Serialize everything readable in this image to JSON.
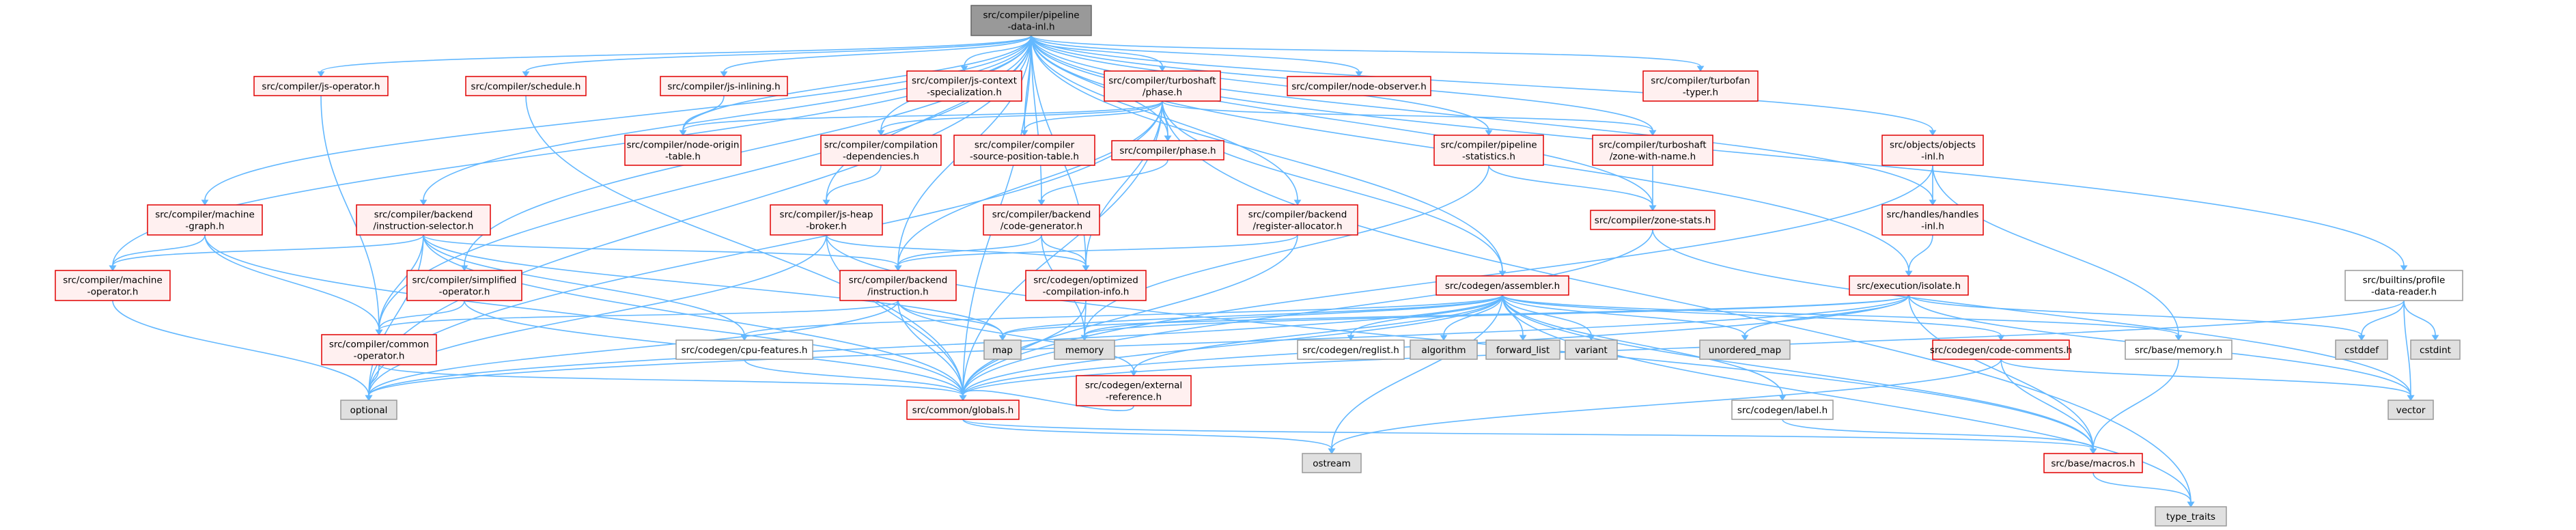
{
  "colors": {
    "edge": "#63b8ff",
    "root_fill": "#999999",
    "root_border": "#666666",
    "red_fill": "#fff0f0",
    "red_border": "#e00000",
    "white_fill": "#ffffff",
    "gray_fill": "#e0e0e0",
    "neutral_border": "#999999"
  },
  "nodes": [
    {
      "id": "root",
      "style": "root",
      "lines": [
        "src/compiler/pipeline",
        "-data-inl.h"
      ]
    },
    {
      "id": "js-operator",
      "style": "red",
      "lines": [
        "src/compiler/js-operator.h"
      ]
    },
    {
      "id": "schedule",
      "style": "red",
      "lines": [
        "src/compiler/schedule.h"
      ]
    },
    {
      "id": "js-inlining",
      "style": "red",
      "lines": [
        "src/compiler/js-inlining.h"
      ]
    },
    {
      "id": "js-context-spec",
      "style": "red",
      "lines": [
        "src/compiler/js-context",
        "-specialization.h"
      ]
    },
    {
      "id": "turboshaft-phase",
      "style": "red",
      "lines": [
        "src/compiler/turboshaft",
        "/phase.h"
      ]
    },
    {
      "id": "node-observer",
      "style": "red",
      "lines": [
        "src/compiler/node-observer.h"
      ]
    },
    {
      "id": "turbofan-typer",
      "style": "red",
      "lines": [
        "src/compiler/turbofan",
        "-typer.h"
      ]
    },
    {
      "id": "node-origin-table",
      "style": "red",
      "lines": [
        "src/compiler/node-origin",
        "-table.h"
      ]
    },
    {
      "id": "compilation-deps",
      "style": "red",
      "lines": [
        "src/compiler/compilation",
        "-dependencies.h"
      ]
    },
    {
      "id": "source-position-table",
      "style": "red",
      "lines": [
        "src/compiler/compiler",
        "-source-position-table.h"
      ]
    },
    {
      "id": "compiler-phase",
      "style": "red",
      "lines": [
        "src/compiler/phase.h"
      ]
    },
    {
      "id": "pipeline-statistics",
      "style": "red",
      "lines": [
        "src/compiler/pipeline",
        "-statistics.h"
      ]
    },
    {
      "id": "zone-with-name",
      "style": "red",
      "lines": [
        "src/compiler/turboshaft",
        "/zone-with-name.h"
      ]
    },
    {
      "id": "objects-inl",
      "style": "red",
      "lines": [
        "src/objects/objects",
        "-inl.h"
      ]
    },
    {
      "id": "machine-graph",
      "style": "red",
      "lines": [
        "src/compiler/machine",
        "-graph.h"
      ]
    },
    {
      "id": "instruction-selector",
      "style": "red",
      "lines": [
        "src/compiler/backend",
        "/instruction-selector.h"
      ]
    },
    {
      "id": "js-heap-broker",
      "style": "red",
      "lines": [
        "src/compiler/js-heap",
        "-broker.h"
      ]
    },
    {
      "id": "code-generator",
      "style": "red",
      "lines": [
        "src/compiler/backend",
        "/code-generator.h"
      ]
    },
    {
      "id": "register-allocator",
      "style": "red",
      "lines": [
        "src/compiler/backend",
        "/register-allocator.h"
      ]
    },
    {
      "id": "zone-stats",
      "style": "red",
      "lines": [
        "src/compiler/zone-stats.h"
      ]
    },
    {
      "id": "handles-inl",
      "style": "red",
      "lines": [
        "src/handles/handles",
        "-inl.h"
      ]
    },
    {
      "id": "machine-operator",
      "style": "red",
      "lines": [
        "src/compiler/machine",
        "-operator.h"
      ]
    },
    {
      "id": "simplified-operator",
      "style": "red",
      "lines": [
        "src/compiler/simplified",
        "-operator.h"
      ]
    },
    {
      "id": "backend-instruction",
      "style": "red",
      "lines": [
        "src/compiler/backend",
        "/instruction.h"
      ]
    },
    {
      "id": "optimized-compilation-info",
      "style": "red",
      "lines": [
        "src/codegen/optimized",
        "-compilation-info.h"
      ]
    },
    {
      "id": "assembler",
      "style": "red",
      "lines": [
        "src/codegen/assembler.h"
      ]
    },
    {
      "id": "isolate",
      "style": "red",
      "lines": [
        "src/execution/isolate.h"
      ]
    },
    {
      "id": "profile-data-reader",
      "style": "white",
      "lines": [
        "src/builtins/profile",
        "-data-reader.h"
      ]
    },
    {
      "id": "common-operator",
      "style": "red",
      "lines": [
        "src/compiler/common",
        "-operator.h"
      ]
    },
    {
      "id": "cpu-features",
      "style": "white",
      "lines": [
        "src/codegen/cpu-features.h"
      ]
    },
    {
      "id": "map",
      "style": "gray",
      "lines": [
        "map"
      ]
    },
    {
      "id": "memory",
      "style": "gray",
      "lines": [
        "memory"
      ]
    },
    {
      "id": "external-reference",
      "style": "red",
      "lines": [
        "src/codegen/external",
        "-reference.h"
      ]
    },
    {
      "id": "reglist",
      "style": "white",
      "lines": [
        "src/codegen/reglist.h"
      ]
    },
    {
      "id": "algorithm",
      "style": "gray",
      "lines": [
        "algorithm"
      ]
    },
    {
      "id": "forward_list",
      "style": "gray",
      "lines": [
        "forward_list"
      ]
    },
    {
      "id": "variant",
      "style": "gray",
      "lines": [
        "variant"
      ]
    },
    {
      "id": "unordered_map",
      "style": "gray",
      "lines": [
        "unordered_map"
      ]
    },
    {
      "id": "code-comments",
      "style": "red",
      "lines": [
        "src/codegen/code-comments.h"
      ]
    },
    {
      "id": "base-memory",
      "style": "white",
      "lines": [
        "src/base/memory.h"
      ]
    },
    {
      "id": "cstddef",
      "style": "gray",
      "lines": [
        "cstddef"
      ]
    },
    {
      "id": "cstdint",
      "style": "gray",
      "lines": [
        "cstdint"
      ]
    },
    {
      "id": "optional",
      "style": "gray",
      "lines": [
        "optional"
      ]
    },
    {
      "id": "globals",
      "style": "red",
      "lines": [
        "src/common/globals.h"
      ]
    },
    {
      "id": "label",
      "style": "white",
      "lines": [
        "src/codegen/label.h"
      ]
    },
    {
      "id": "vector",
      "style": "gray",
      "lines": [
        "vector"
      ]
    },
    {
      "id": "ostream",
      "style": "gray",
      "lines": [
        "ostream"
      ]
    },
    {
      "id": "macros",
      "style": "red",
      "lines": [
        "src/base/macros.h"
      ]
    },
    {
      "id": "type_traits",
      "style": "gray",
      "lines": [
        "type_traits"
      ]
    }
  ],
  "edges": [
    [
      "root",
      "js-operator"
    ],
    [
      "root",
      "schedule"
    ],
    [
      "root",
      "js-inlining"
    ],
    [
      "root",
      "js-context-spec"
    ],
    [
      "root",
      "turboshaft-phase"
    ],
    [
      "root",
      "node-observer"
    ],
    [
      "root",
      "turbofan-typer"
    ],
    [
      "root",
      "node-origin-table"
    ],
    [
      "root",
      "compilation-deps"
    ],
    [
      "root",
      "source-position-table"
    ],
    [
      "root",
      "compiler-phase"
    ],
    [
      "root",
      "pipeline-statistics"
    ],
    [
      "root",
      "zone-with-name"
    ],
    [
      "root",
      "objects-inl"
    ],
    [
      "root",
      "machine-graph"
    ],
    [
      "root",
      "instruction-selector"
    ],
    [
      "root",
      "js-heap-broker"
    ],
    [
      "root",
      "code-generator"
    ],
    [
      "root",
      "register-allocator"
    ],
    [
      "root",
      "zone-stats"
    ],
    [
      "root",
      "handles-inl"
    ],
    [
      "root",
      "machine-operator"
    ],
    [
      "root",
      "simplified-operator"
    ],
    [
      "root",
      "backend-instruction"
    ],
    [
      "root",
      "optimized-compilation-info"
    ],
    [
      "root",
      "assembler"
    ],
    [
      "root",
      "isolate"
    ],
    [
      "root",
      "profile-data-reader"
    ],
    [
      "root",
      "common-operator"
    ],
    [
      "root",
      "optional"
    ],
    [
      "root",
      "globals"
    ],
    [
      "js-operator",
      "common-operator"
    ],
    [
      "schedule",
      "globals"
    ],
    [
      "js-inlining",
      "node-origin-table"
    ],
    [
      "turboshaft-phase",
      "node-origin-table"
    ],
    [
      "turboshaft-phase",
      "compilation-deps"
    ],
    [
      "turboshaft-phase",
      "source-position-table"
    ],
    [
      "turboshaft-phase",
      "compiler-phase"
    ],
    [
      "turboshaft-phase",
      "zone-with-name"
    ],
    [
      "turboshaft-phase",
      "backend-instruction"
    ],
    [
      "turboshaft-phase",
      "optimized-compilation-info"
    ],
    [
      "turboshaft-phase",
      "assembler"
    ],
    [
      "turboshaft-phase",
      "globals"
    ],
    [
      "turboshaft-phase",
      "optional"
    ],
    [
      "turboshaft-phase",
      "type_traits"
    ],
    [
      "compilation-deps",
      "js-heap-broker"
    ],
    [
      "compiler-phase",
      "code-generator"
    ],
    [
      "pipeline-statistics",
      "zone-stats"
    ],
    [
      "pipeline-statistics",
      "memory"
    ],
    [
      "zone-with-name",
      "zone-stats"
    ],
    [
      "zone-stats",
      "vector"
    ],
    [
      "zone-stats",
      "globals"
    ],
    [
      "objects-inl",
      "handles-inl"
    ],
    [
      "objects-inl",
      "base-memory"
    ],
    [
      "objects-inl",
      "globals"
    ],
    [
      "handles-inl",
      "isolate"
    ],
    [
      "machine-graph",
      "machine-operator"
    ],
    [
      "machine-graph",
      "common-operator"
    ],
    [
      "machine-graph",
      "globals"
    ],
    [
      "instruction-selector",
      "machine-operator"
    ],
    [
      "instruction-selector",
      "common-operator"
    ],
    [
      "instruction-selector",
      "backend-instruction"
    ],
    [
      "instruction-selector",
      "cpu-features"
    ],
    [
      "instruction-selector",
      "map"
    ],
    [
      "instruction-selector",
      "optional"
    ],
    [
      "instruction-selector",
      "globals"
    ],
    [
      "js-heap-broker",
      "optimized-compilation-info"
    ],
    [
      "js-heap-broker",
      "globals"
    ],
    [
      "js-heap-broker",
      "optional"
    ],
    [
      "js-heap-broker",
      "macros"
    ],
    [
      "code-generator",
      "backend-instruction"
    ],
    [
      "code-generator",
      "optimized-compilation-info"
    ],
    [
      "code-generator",
      "memory"
    ],
    [
      "register-allocator",
      "backend-instruction"
    ],
    [
      "register-allocator",
      "globals"
    ],
    [
      "machine-operator",
      "optional"
    ],
    [
      "simplified-operator",
      "common-operator"
    ],
    [
      "simplified-operator",
      "globals"
    ],
    [
      "backend-instruction",
      "common-operator"
    ],
    [
      "backend-instruction",
      "external-reference"
    ],
    [
      "backend-instruction",
      "map"
    ],
    [
      "backend-instruction",
      "optional"
    ],
    [
      "backend-instruction",
      "globals"
    ],
    [
      "optimized-compilation-info",
      "globals"
    ],
    [
      "optimized-compilation-info",
      "memory"
    ],
    [
      "assembler",
      "cpu-features"
    ],
    [
      "assembler",
      "map"
    ],
    [
      "assembler",
      "memory"
    ],
    [
      "assembler",
      "external-reference"
    ],
    [
      "assembler",
      "reglist"
    ],
    [
      "assembler",
      "algorithm"
    ],
    [
      "assembler",
      "forward_list"
    ],
    [
      "assembler",
      "variant"
    ],
    [
      "assembler",
      "unordered_map"
    ],
    [
      "assembler",
      "code-comments"
    ],
    [
      "assembler",
      "base-memory"
    ],
    [
      "assembler",
      "label"
    ],
    [
      "assembler",
      "globals"
    ],
    [
      "assembler",
      "ostream"
    ],
    [
      "assembler",
      "macros"
    ],
    [
      "assembler",
      "optional"
    ],
    [
      "assembler",
      "type_traits"
    ],
    [
      "isolate",
      "map"
    ],
    [
      "isolate",
      "unordered_map"
    ],
    [
      "isolate",
      "memory"
    ],
    [
      "isolate",
      "vector"
    ],
    [
      "isolate",
      "cstddef"
    ],
    [
      "isolate",
      "globals"
    ],
    [
      "isolate",
      "macros"
    ],
    [
      "isolate",
      "optional"
    ],
    [
      "profile-data-reader",
      "cstddef"
    ],
    [
      "profile-data-reader",
      "cstdint"
    ],
    [
      "profile-data-reader",
      "vector"
    ],
    [
      "profile-data-reader",
      "globals"
    ],
    [
      "common-operator",
      "globals"
    ],
    [
      "common-operator",
      "optional"
    ],
    [
      "cpu-features",
      "globals"
    ],
    [
      "external-reference",
      "globals"
    ],
    [
      "code-comments",
      "macros"
    ],
    [
      "code-comments",
      "vector"
    ],
    [
      "code-comments",
      "ostream"
    ],
    [
      "base-memory",
      "macros"
    ],
    [
      "label",
      "macros"
    ],
    [
      "globals",
      "macros"
    ],
    [
      "globals",
      "ostream"
    ],
    [
      "macros",
      "type_traits"
    ]
  ]
}
